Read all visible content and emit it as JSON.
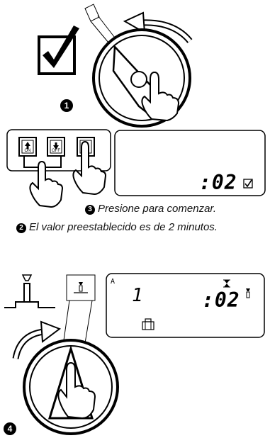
{
  "steps": {
    "step1": {
      "number": "1"
    },
    "step2": {
      "number": "2",
      "caption": "El valor preestablecido es de 2 minutos."
    },
    "step3": {
      "number": "3",
      "caption": "Presione para comenzar."
    },
    "step4": {
      "number": "4"
    }
  },
  "buttons": {
    "on_label": "ON",
    "off_label": "OFF"
  },
  "display1": {
    "time": ":02"
  },
  "display2": {
    "marker": "A",
    "station": "1",
    "time": ":02"
  }
}
